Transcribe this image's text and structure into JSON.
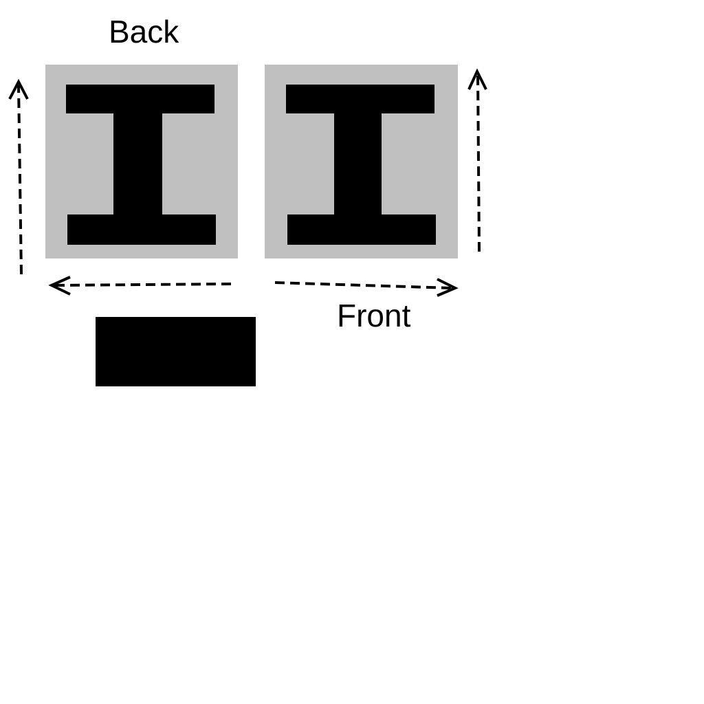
{
  "labels": {
    "back": "Back",
    "front": "Front"
  },
  "colors": {
    "background": "#ffffff",
    "panel": "#c0c0c0",
    "glyph": "#000000",
    "arrow": "#000000"
  },
  "panels": [
    {
      "name": "back-panel",
      "glyph": "I-beam-shape"
    },
    {
      "name": "front-panel",
      "glyph": "I-beam-shape"
    }
  ],
  "arrows": [
    {
      "name": "left-vertical-up-arrow",
      "direction": "up",
      "style": "dashed"
    },
    {
      "name": "back-horizontal-left-arrow",
      "direction": "left",
      "style": "dashed"
    },
    {
      "name": "front-horizontal-right-arrow",
      "direction": "right",
      "style": "dashed"
    },
    {
      "name": "right-vertical-up-arrow",
      "direction": "up",
      "style": "dashed"
    }
  ]
}
